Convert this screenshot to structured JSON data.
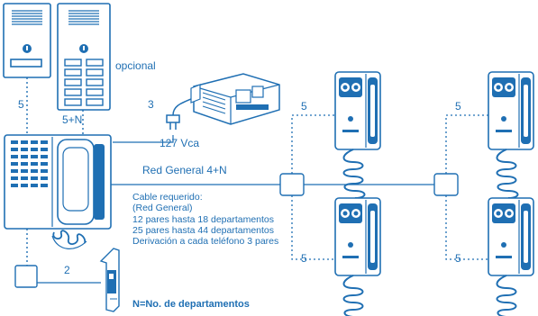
{
  "labels": {
    "optional": "opcional",
    "entry_panel_wires": "5",
    "entry_panel_wires_extra": "5+N",
    "power_wires": "3",
    "power_voltage": "127 Vca",
    "network": "Red General 4+N",
    "handset_wires": "5",
    "lock_wires": "2",
    "legend": "N=No. de departamentos"
  },
  "cable_note": {
    "lines": [
      "Cable requerido:",
      "(Red General)",
      "12 pares hasta 18 departamentos",
      "25 pares hasta 44  departamentos",
      "Derivación a cada teléfono 3 pares"
    ]
  },
  "colors": {
    "line": "#1f6fb3",
    "panel_fill": "#ffffff"
  },
  "icons": {
    "entry_panel": "door-entry-panel-icon",
    "power_supply": "power-supply-icon",
    "plug": "power-plug-icon",
    "guard_unit": "concierge-phone-icon",
    "door_lock": "electric-strike-icon",
    "handset": "intercom-handset-icon",
    "junction": "junction-box-icon"
  }
}
